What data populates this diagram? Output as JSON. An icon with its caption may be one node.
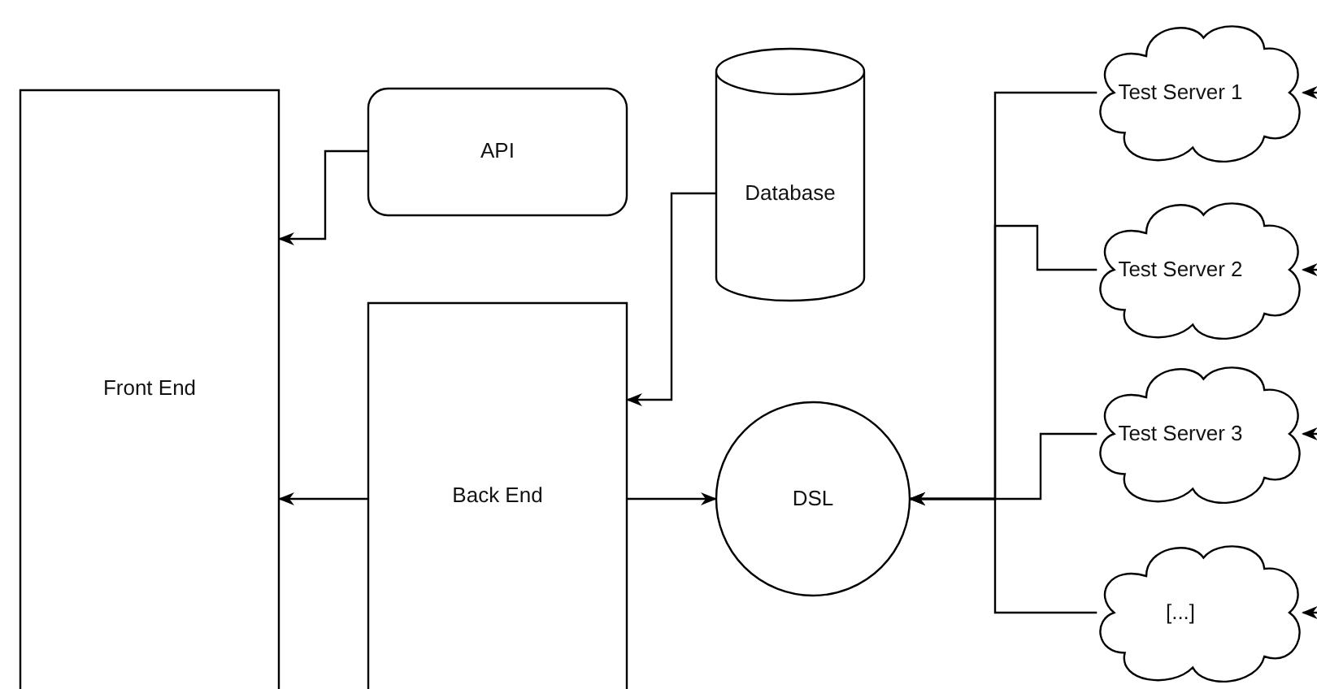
{
  "diagram": {
    "nodes": [
      {
        "text": [
          "Front End"
        ]
      },
      {
        "text": [
          "API"
        ]
      },
      {
        "text": [
          "Database"
        ]
      },
      {
        "text": [
          "Back End"
        ]
      },
      {
        "text": [
          "DSL"
        ]
      },
      {
        "text": [
          "Test Server 1"
        ]
      },
      {
        "text": [
          "Test Server 2"
        ]
      },
      {
        "text": [
          "Test Server 3"
        ]
      },
      {
        "text": [
          "[...]"
        ]
      }
    ],
    "edges": [
      {
        "from": 1,
        "to": 0,
        "arrow": "to"
      },
      {
        "from": 2,
        "to": 3,
        "arrow": "to"
      },
      {
        "from": 3,
        "to": 0,
        "arrow": "to"
      },
      {
        "from": 3,
        "to": 4,
        "arrow": "to"
      },
      {
        "from": 5,
        "to": 4,
        "arrow": "to"
      },
      {
        "from": 6,
        "to": 4,
        "arrow": "to"
      },
      {
        "from": 7,
        "to": 4,
        "arrow": "to"
      },
      {
        "from": 8,
        "to": 4,
        "arrow": "to"
      },
      {
        "from": null,
        "to": 5,
        "arrow": "to"
      },
      {
        "from": null,
        "to": 6,
        "arrow": "to"
      },
      {
        "from": null,
        "to": 7,
        "arrow": "to"
      },
      {
        "from": null,
        "to": 8,
        "arrow": "to"
      }
    ]
  }
}
